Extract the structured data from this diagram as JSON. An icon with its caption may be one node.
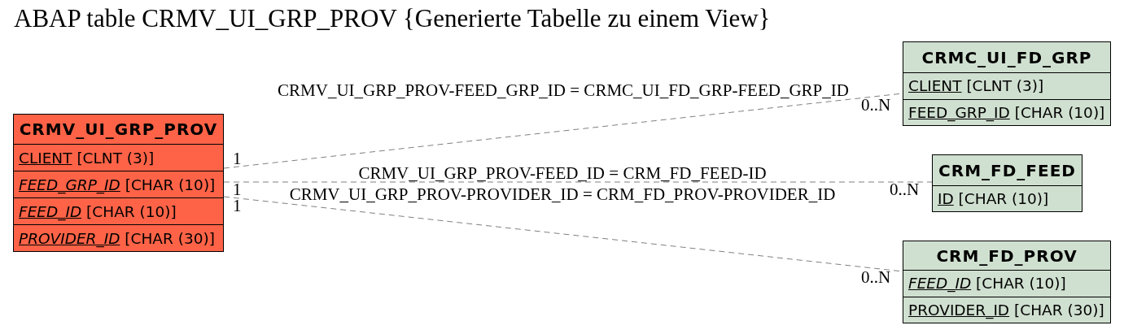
{
  "diagram": {
    "title": "ABAP table CRMV_UI_GRP_PROV {Generierte Tabelle zu einem View}",
    "nodes": [
      {
        "text": [
          "CRMV_UI_GRP_PROV",
          "CLIENT [CLNT (3)]",
          "*FEED_GRP_ID* [CHAR (10)]",
          "*FEED_ID* [CHAR (10)]",
          "*PROVIDER_ID* [CHAR (30)]"
        ]
      },
      {
        "text": [
          "CRMC_UI_FD_GRP",
          "CLIENT [CLNT (3)]",
          "FEED_GRP_ID [CHAR (10)]"
        ]
      },
      {
        "text": [
          "CRM_FD_FEED",
          "ID [CHAR (10)]"
        ]
      },
      {
        "text": [
          "CRM_FD_PROV",
          "*FEED_ID* [CHAR (10)]",
          "PROVIDER_ID [CHAR (30)]"
        ]
      }
    ],
    "edges": [
      {
        "from": 0,
        "to": 1,
        "arrow": "none",
        "style": "dashed",
        "label": "CRMV_UI_GRP_PROV-FEED_GRP_ID = CRMC_UI_FD_GRP-FEED_GRP_ID"
      },
      {
        "from": 0,
        "to": 2,
        "arrow": "none",
        "style": "dashed",
        "label": "CRMV_UI_GRP_PROV-FEED_ID = CRM_FD_FEED-ID"
      },
      {
        "from": 0,
        "to": 3,
        "arrow": "none",
        "style": "dashed",
        "label": "CRMV_UI_GRP_PROV-PROVIDER_ID = CRM_FD_PROV-PROVIDER_ID"
      }
    ],
    "labels": [
      "0..N",
      "1",
      "1",
      "0..N",
      "1",
      "0..N"
    ]
  }
}
